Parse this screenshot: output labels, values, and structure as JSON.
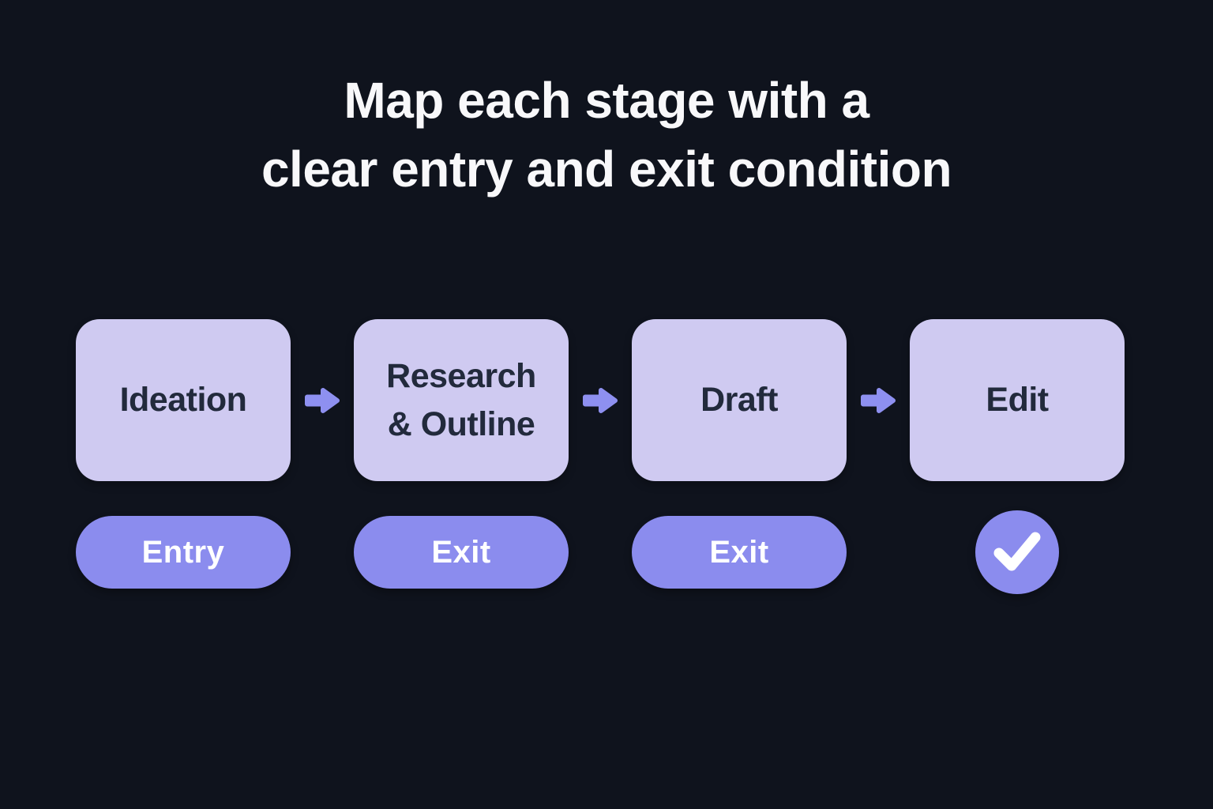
{
  "title": {
    "line1": "Map each stage with a",
    "line2": "clear entry and exit condition"
  },
  "colors": {
    "background": "#0f131d",
    "stage_box": "#cfcaf1",
    "stage_text": "#222a3c",
    "pill": "#8b8cee",
    "pill_text": "#ffffff",
    "arrow": "#8e90f0",
    "title_text": "#f8f8fa"
  },
  "stages": [
    {
      "label": "Ideation",
      "condition": "Entry",
      "condition_type": "pill"
    },
    {
      "label": "Research\n& Outline",
      "condition": "Exit",
      "condition_type": "pill"
    },
    {
      "label": "Draft",
      "condition": "Exit",
      "condition_type": "pill"
    },
    {
      "label": "Edit",
      "condition": "check",
      "condition_type": "check-icon"
    }
  ],
  "icons": {
    "arrow_right_icon": "→",
    "check_icon": "✓"
  }
}
